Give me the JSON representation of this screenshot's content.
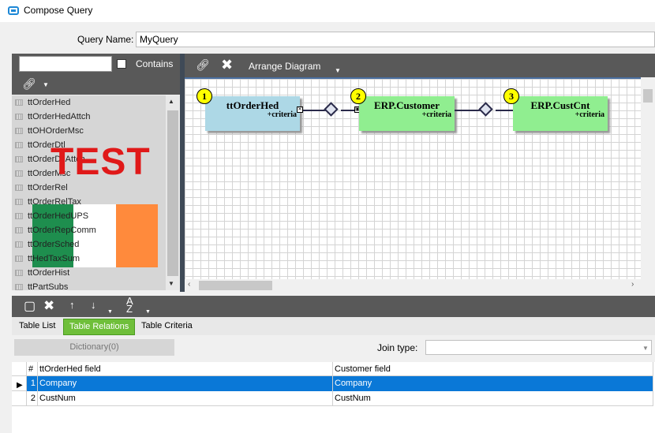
{
  "window": {
    "title": "Compose Query"
  },
  "query": {
    "name_label": "Query Name:",
    "name_value": "MyQuery"
  },
  "left_panel": {
    "search_value": "",
    "contains_label": "Contains",
    "contains_checked": false,
    "tables": [
      "ttOrderHed",
      "ttOrderHedAttch",
      "ttOHOrderMsc",
      "ttOrderDtl",
      "ttOrderDtlAttch",
      "ttOrderMsc",
      "ttOrderRel",
      "ttOrderRelTax",
      "ttOrderHedUPS",
      "ttOrderRepComm",
      "ttOrderSched",
      "ttHedTaxSum",
      "ttOrderHist",
      "ttPartSubs"
    ],
    "watermark": "TEST"
  },
  "diagram": {
    "arrange_label": "Arrange Diagram",
    "nodes": [
      {
        "num": "1",
        "title": "ttOrderHed",
        "criteria": "+criteria",
        "color": "#add8e6"
      },
      {
        "num": "2",
        "title": "ERP.Customer",
        "criteria": "+criteria",
        "color": "#90ee90"
      },
      {
        "num": "3",
        "title": "ERP.CustCnt",
        "criteria": "+criteria",
        "color": "#90ee90"
      }
    ]
  },
  "bottom": {
    "tabs": [
      "Table List",
      "Table Relations",
      "Table Criteria"
    ],
    "active_tab": "Table Relations",
    "dictionary_label": "Dictionary(0)",
    "join_label": "Join type:",
    "join_value": "",
    "grid": {
      "columns": [
        "#",
        "ttOrderHed field",
        "Customer field"
      ],
      "rows": [
        {
          "num": "1",
          "left": "Company",
          "right": "Company",
          "selected": true
        },
        {
          "num": "2",
          "left": "CustNum",
          "right": "CustNum",
          "selected": false
        }
      ]
    }
  },
  "colors": {
    "toolbar": "#595959",
    "selection": "#0a78d7",
    "accent_tab": "#6fbf3a"
  }
}
